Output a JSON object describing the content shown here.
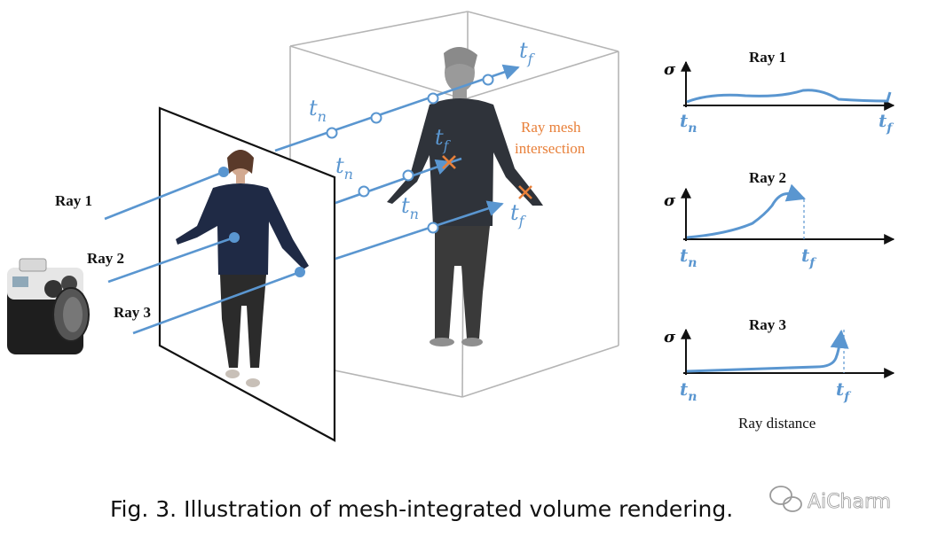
{
  "figure": {
    "ray_labels": [
      "Ray 1",
      "Ray 2",
      "Ray 3"
    ],
    "t_near": "t",
    "t_near_sub": "n",
    "t_far": "t",
    "t_far_sub": "f",
    "intersection_label_line1": "Ray mesh",
    "intersection_label_line2": "intersection",
    "caption": "Fig. 3.  Illustration of mesh-integrated volume rendering."
  },
  "plots": {
    "y_label": "σ",
    "titles": [
      "Ray 1",
      "Ray 2",
      "Ray 3"
    ],
    "x_axis_label": "Ray distance"
  },
  "watermark": {
    "text": "AiCharm"
  },
  "colors": {
    "ray_blue": "#5a96d0",
    "intersection_orange": "#e8803a",
    "ink": "#111111",
    "box_gray": "#b5b5b5"
  }
}
